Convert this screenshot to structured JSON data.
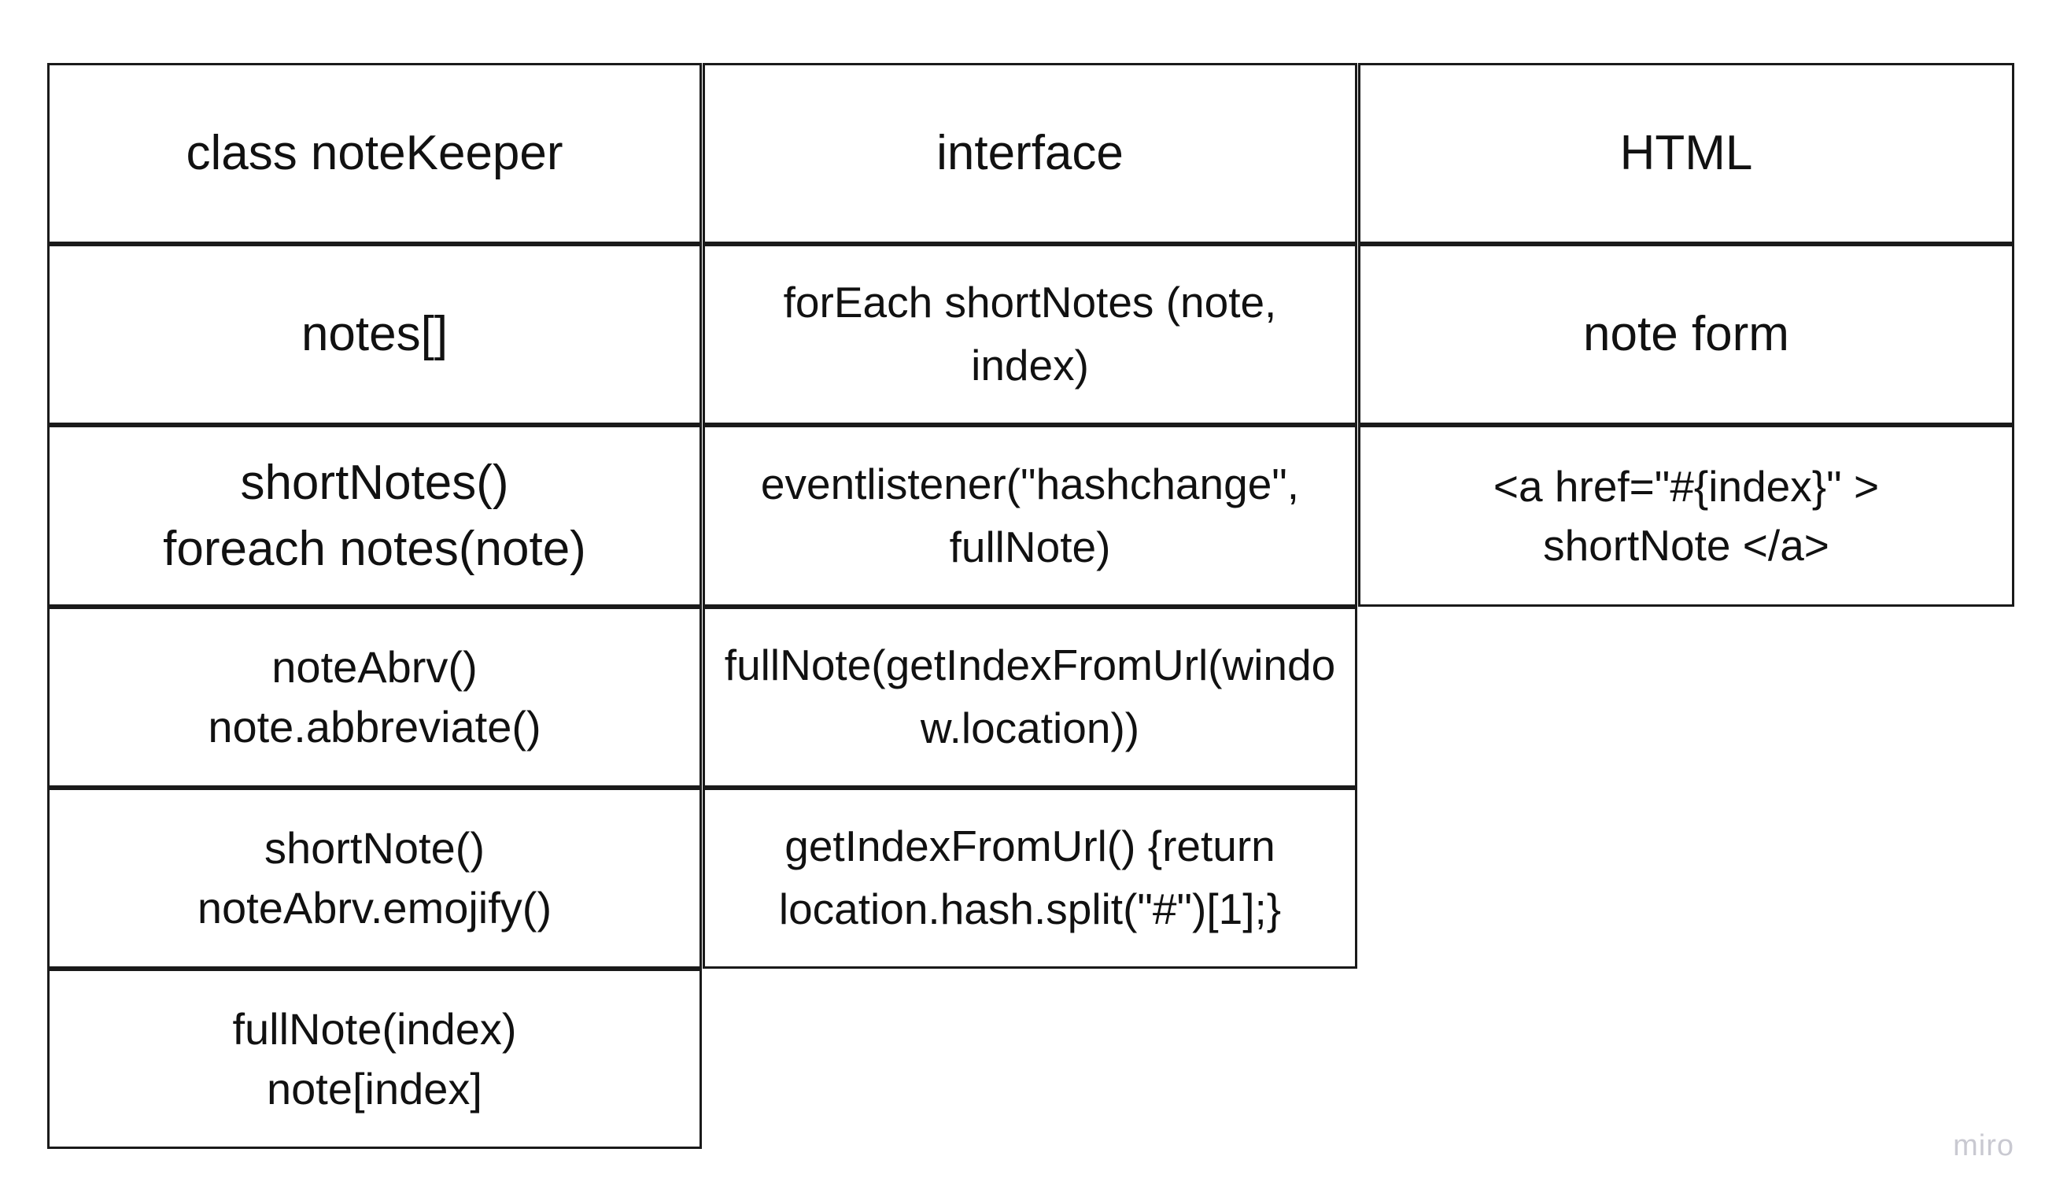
{
  "columns": {
    "note_keeper": {
      "header": "class noteKeeper",
      "rows": [
        {
          "lines": [
            "notes[]"
          ]
        },
        {
          "lines": [
            "shortNotes()",
            "foreach notes(note)"
          ]
        },
        {
          "lines": [
            "noteAbrv()",
            "note.abbreviate()"
          ]
        },
        {
          "lines": [
            "shortNote()",
            "noteAbrv.emojify()"
          ]
        },
        {
          "lines": [
            "fullNote(index)",
            "note[index]"
          ]
        }
      ]
    },
    "interface": {
      "header": "interface",
      "rows": [
        {
          "text": "forEach shortNotes (note, index)"
        },
        {
          "text": "eventlistener(\"hashchange\", fullNote)"
        },
        {
          "text": "fullNote(getIndexFromUrl(window.location))"
        },
        {
          "text": "getIndexFromUrl() {return location.hash.split(\"#\")[1];}"
        }
      ]
    },
    "html": {
      "header": "HTML",
      "rows": [
        {
          "lines": [
            "note form"
          ]
        },
        {
          "lines": [
            "<a href=\"#{index}\" >",
            "shortNote </a>"
          ]
        }
      ]
    }
  },
  "watermark": "miro"
}
